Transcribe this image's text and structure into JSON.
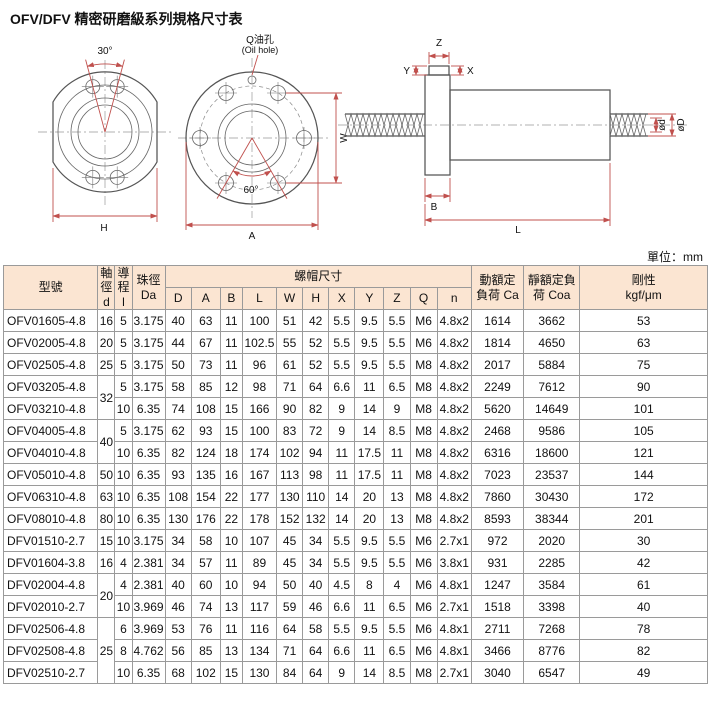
{
  "title": "OFV/DFV 精密研磨級系列規格尺寸表",
  "unit_label": "單位：mm",
  "drawings": {
    "angle30": "30°",
    "dim_H": "H",
    "oil_hole_zh": "Q油孔",
    "oil_hole_en": "(Oil hole)",
    "angle60": "60°",
    "dim_A": "A",
    "dim_W": "W",
    "dim_Z": "Z",
    "dim_Y": "Y",
    "dim_X": "X",
    "dim_B": "B",
    "dim_L": "L",
    "dim_od": "ød",
    "dim_oD": "øD"
  },
  "table": {
    "headers": {
      "model": "型號",
      "shaft": "軸徑\nd",
      "lead": "導程\nl",
      "ball": "珠徑\nDa",
      "nut": "螺帽尺寸",
      "nut_cols": [
        "D",
        "A",
        "B",
        "L",
        "W",
        "H",
        "X",
        "Y",
        "Z",
        "Q",
        "n"
      ],
      "dyn": "動額定\n負荷 Ca",
      "stat": "靜額定負\n荷 Coa",
      "rigid": "剛性\nkgf/μm"
    },
    "rows": [
      {
        "model": "OFV01605-4.8",
        "d": "16",
        "span": 1,
        "l": "5",
        "Da": "3.175",
        "dims": [
          "40",
          "63",
          "11",
          "100",
          "51",
          "42",
          "5.5",
          "9.5",
          "5.5",
          "M6",
          "4.8x2"
        ],
        "Ca": "1614",
        "Coa": "3662",
        "K": "53"
      },
      {
        "model": "OFV02005-4.8",
        "d": "20",
        "span": 1,
        "l": "5",
        "Da": "3.175",
        "dims": [
          "44",
          "67",
          "11",
          "102.5",
          "55",
          "52",
          "5.5",
          "9.5",
          "5.5",
          "M6",
          "4.8x2"
        ],
        "Ca": "1814",
        "Coa": "4650",
        "K": "63"
      },
      {
        "model": "OFV02505-4.8",
        "d": "25",
        "span": 1,
        "l": "5",
        "Da": "3.175",
        "dims": [
          "50",
          "73",
          "11",
          "96",
          "61",
          "52",
          "5.5",
          "9.5",
          "5.5",
          "M8",
          "4.8x2"
        ],
        "Ca": "2017",
        "Coa": "5884",
        "K": "75"
      },
      {
        "model": "OFV03205-4.8",
        "d": "32",
        "span": 2,
        "l": "5",
        "Da": "3.175",
        "dims": [
          "58",
          "85",
          "12",
          "98",
          "71",
          "64",
          "6.6",
          "11",
          "6.5",
          "M8",
          "4.8x2"
        ],
        "Ca": "2249",
        "Coa": "7612",
        "K": "90"
      },
      {
        "model": "OFV03210-4.8",
        "d": null,
        "l": "10",
        "Da": "6.35",
        "dims": [
          "74",
          "108",
          "15",
          "166",
          "90",
          "82",
          "9",
          "14",
          "9",
          "M8",
          "4.8x2"
        ],
        "Ca": "5620",
        "Coa": "14649",
        "K": "101"
      },
      {
        "model": "OFV04005-4.8",
        "d": "40",
        "span": 2,
        "l": "5",
        "Da": "3.175",
        "dims": [
          "62",
          "93",
          "15",
          "100",
          "83",
          "72",
          "9",
          "14",
          "8.5",
          "M8",
          "4.8x2"
        ],
        "Ca": "2468",
        "Coa": "9586",
        "K": "105"
      },
      {
        "model": "OFV04010-4.8",
        "d": null,
        "l": "10",
        "Da": "6.35",
        "dims": [
          "82",
          "124",
          "18",
          "174",
          "102",
          "94",
          "11",
          "17.5",
          "11",
          "M8",
          "4.8x2"
        ],
        "Ca": "6316",
        "Coa": "18600",
        "K": "121"
      },
      {
        "model": "OFV05010-4.8",
        "d": "50",
        "span": 1,
        "l": "10",
        "Da": "6.35",
        "dims": [
          "93",
          "135",
          "16",
          "167",
          "113",
          "98",
          "11",
          "17.5",
          "11",
          "M8",
          "4.8x2"
        ],
        "Ca": "7023",
        "Coa": "23537",
        "K": "144"
      },
      {
        "model": "OFV06310-4.8",
        "d": "63",
        "span": 1,
        "l": "10",
        "Da": "6.35",
        "dims": [
          "108",
          "154",
          "22",
          "177",
          "130",
          "110",
          "14",
          "20",
          "13",
          "M8",
          "4.8x2"
        ],
        "Ca": "7860",
        "Coa": "30430",
        "K": "172"
      },
      {
        "model": "OFV08010-4.8",
        "d": "80",
        "span": 1,
        "l": "10",
        "Da": "6.35",
        "dims": [
          "130",
          "176",
          "22",
          "178",
          "152",
          "132",
          "14",
          "20",
          "13",
          "M8",
          "4.8x2"
        ],
        "Ca": "8593",
        "Coa": "38344",
        "K": "201"
      },
      {
        "model": "DFV01510-2.7",
        "d": "15",
        "span": 1,
        "l": "10",
        "Da": "3.175",
        "dims": [
          "34",
          "58",
          "10",
          "107",
          "45",
          "34",
          "5.5",
          "9.5",
          "5.5",
          "M6",
          "2.7x1"
        ],
        "Ca": "972",
        "Coa": "2020",
        "K": "30"
      },
      {
        "model": "DFV01604-3.8",
        "d": "16",
        "span": 1,
        "l": "4",
        "Da": "2.381",
        "dims": [
          "34",
          "57",
          "11",
          "89",
          "45",
          "34",
          "5.5",
          "9.5",
          "5.5",
          "M6",
          "3.8x1"
        ],
        "Ca": "931",
        "Coa": "2285",
        "K": "42"
      },
      {
        "model": "DFV02004-4.8",
        "d": "20",
        "span": 2,
        "l": "4",
        "Da": "2.381",
        "dims": [
          "40",
          "60",
          "10",
          "94",
          "50",
          "40",
          "4.5",
          "8",
          "4",
          "M6",
          "4.8x1"
        ],
        "Ca": "1247",
        "Coa": "3584",
        "K": "61"
      },
      {
        "model": "DFV02010-2.7",
        "d": null,
        "l": "10",
        "Da": "3.969",
        "dims": [
          "46",
          "74",
          "13",
          "117",
          "59",
          "46",
          "6.6",
          "11",
          "6.5",
          "M6",
          "2.7x1"
        ],
        "Ca": "1518",
        "Coa": "3398",
        "K": "40"
      },
      {
        "model": "DFV02506-4.8",
        "d": "25",
        "span": 3,
        "l": "6",
        "Da": "3.969",
        "dims": [
          "53",
          "76",
          "11",
          "116",
          "64",
          "58",
          "5.5",
          "9.5",
          "5.5",
          "M6",
          "4.8x1"
        ],
        "Ca": "2711",
        "Coa": "7268",
        "K": "78"
      },
      {
        "model": "DFV02508-4.8",
        "d": null,
        "l": "8",
        "Da": "4.762",
        "dims": [
          "56",
          "85",
          "13",
          "134",
          "71",
          "64",
          "6.6",
          "11",
          "6.5",
          "M6",
          "4.8x1"
        ],
        "Ca": "3466",
        "Coa": "8776",
        "K": "82"
      },
      {
        "model": "DFV02510-2.7",
        "d": null,
        "l": "10",
        "Da": "6.35",
        "dims": [
          "68",
          "102",
          "15",
          "130",
          "84",
          "64",
          "9",
          "14",
          "8.5",
          "M8",
          "2.7x1"
        ],
        "Ca": "3040",
        "Coa": "6547",
        "K": "49"
      }
    ]
  }
}
